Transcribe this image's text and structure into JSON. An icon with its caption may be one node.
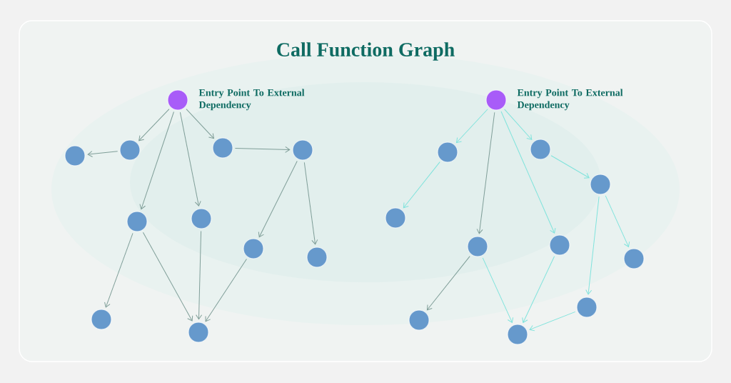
{
  "diagram": {
    "title": "Call Function Graph",
    "nodes": [
      {
        "text": [],
        "shape": "circle",
        "beside": [
          "Entry Point To External Dependency"
        ]
      },
      {
        "text": [],
        "shape": "circle"
      },
      {
        "text": [],
        "shape": "circle"
      },
      {
        "text": [],
        "shape": "circle"
      },
      {
        "text": [],
        "shape": "circle"
      },
      {
        "text": [],
        "shape": "circle"
      },
      {
        "text": [],
        "shape": "circle"
      },
      {
        "text": [],
        "shape": "circle"
      },
      {
        "text": [],
        "shape": "circle"
      },
      {
        "text": [],
        "shape": "circle"
      },
      {
        "text": [],
        "shape": "circle"
      },
      {
        "text": [],
        "shape": "circle",
        "beside": [
          "Entry Point To External Dependency"
        ]
      },
      {
        "text": [],
        "shape": "circle"
      },
      {
        "text": [],
        "shape": "circle"
      },
      {
        "text": [],
        "shape": "circle"
      },
      {
        "text": [],
        "shape": "circle"
      },
      {
        "text": [],
        "shape": "circle"
      },
      {
        "text": [],
        "shape": "circle"
      },
      {
        "text": [],
        "shape": "circle"
      },
      {
        "text": [],
        "shape": "circle"
      },
      {
        "text": [],
        "shape": "circle"
      },
      {
        "text": [],
        "shape": "circle"
      }
    ],
    "edges": [
      {
        "from": 0,
        "to": 1,
        "arrow": "to"
      },
      {
        "from": 1,
        "to": 2,
        "arrow": "to"
      },
      {
        "from": 0,
        "to": 5,
        "arrow": "to"
      },
      {
        "from": 0,
        "to": 6,
        "arrow": "to"
      },
      {
        "from": 0,
        "to": 3,
        "arrow": "to"
      },
      {
        "from": 3,
        "to": 4,
        "arrow": "to"
      },
      {
        "from": 4,
        "to": 7,
        "arrow": "to"
      },
      {
        "from": 4,
        "to": 8,
        "arrow": "to"
      },
      {
        "from": 5,
        "to": 9,
        "arrow": "to"
      },
      {
        "from": 5,
        "to": 10,
        "arrow": "to"
      },
      {
        "from": 6,
        "to": 10,
        "arrow": "to"
      },
      {
        "from": 7,
        "to": 10,
        "arrow": "to"
      },
      {
        "from": 11,
        "to": 12,
        "arrow": "to",
        "color": "#7fe3dc"
      },
      {
        "from": 12,
        "to": 13,
        "arrow": "to",
        "color": "#7fe3dc"
      },
      {
        "from": 11,
        "to": 16,
        "arrow": "to"
      },
      {
        "from": 11,
        "to": 17,
        "arrow": "to",
        "color": "#7fe3dc"
      },
      {
        "from": 11,
        "to": 14,
        "arrow": "to",
        "color": "#7fe3dc"
      },
      {
        "from": 14,
        "to": 15,
        "arrow": "to",
        "color": "#7fe3dc"
      },
      {
        "from": 15,
        "to": 21,
        "arrow": "to",
        "color": "#7fe3dc"
      },
      {
        "from": 15,
        "to": 18,
        "arrow": "to",
        "color": "#7fe3dc"
      },
      {
        "from": 16,
        "to": 19,
        "arrow": "to"
      },
      {
        "from": 16,
        "to": 20,
        "arrow": "to",
        "color": "#7fe3dc"
      },
      {
        "from": 17,
        "to": 20,
        "arrow": "to",
        "color": "#7fe3dc"
      },
      {
        "from": 21,
        "to": 20,
        "arrow": "to",
        "color": "#7fe3dc"
      }
    ]
  }
}
